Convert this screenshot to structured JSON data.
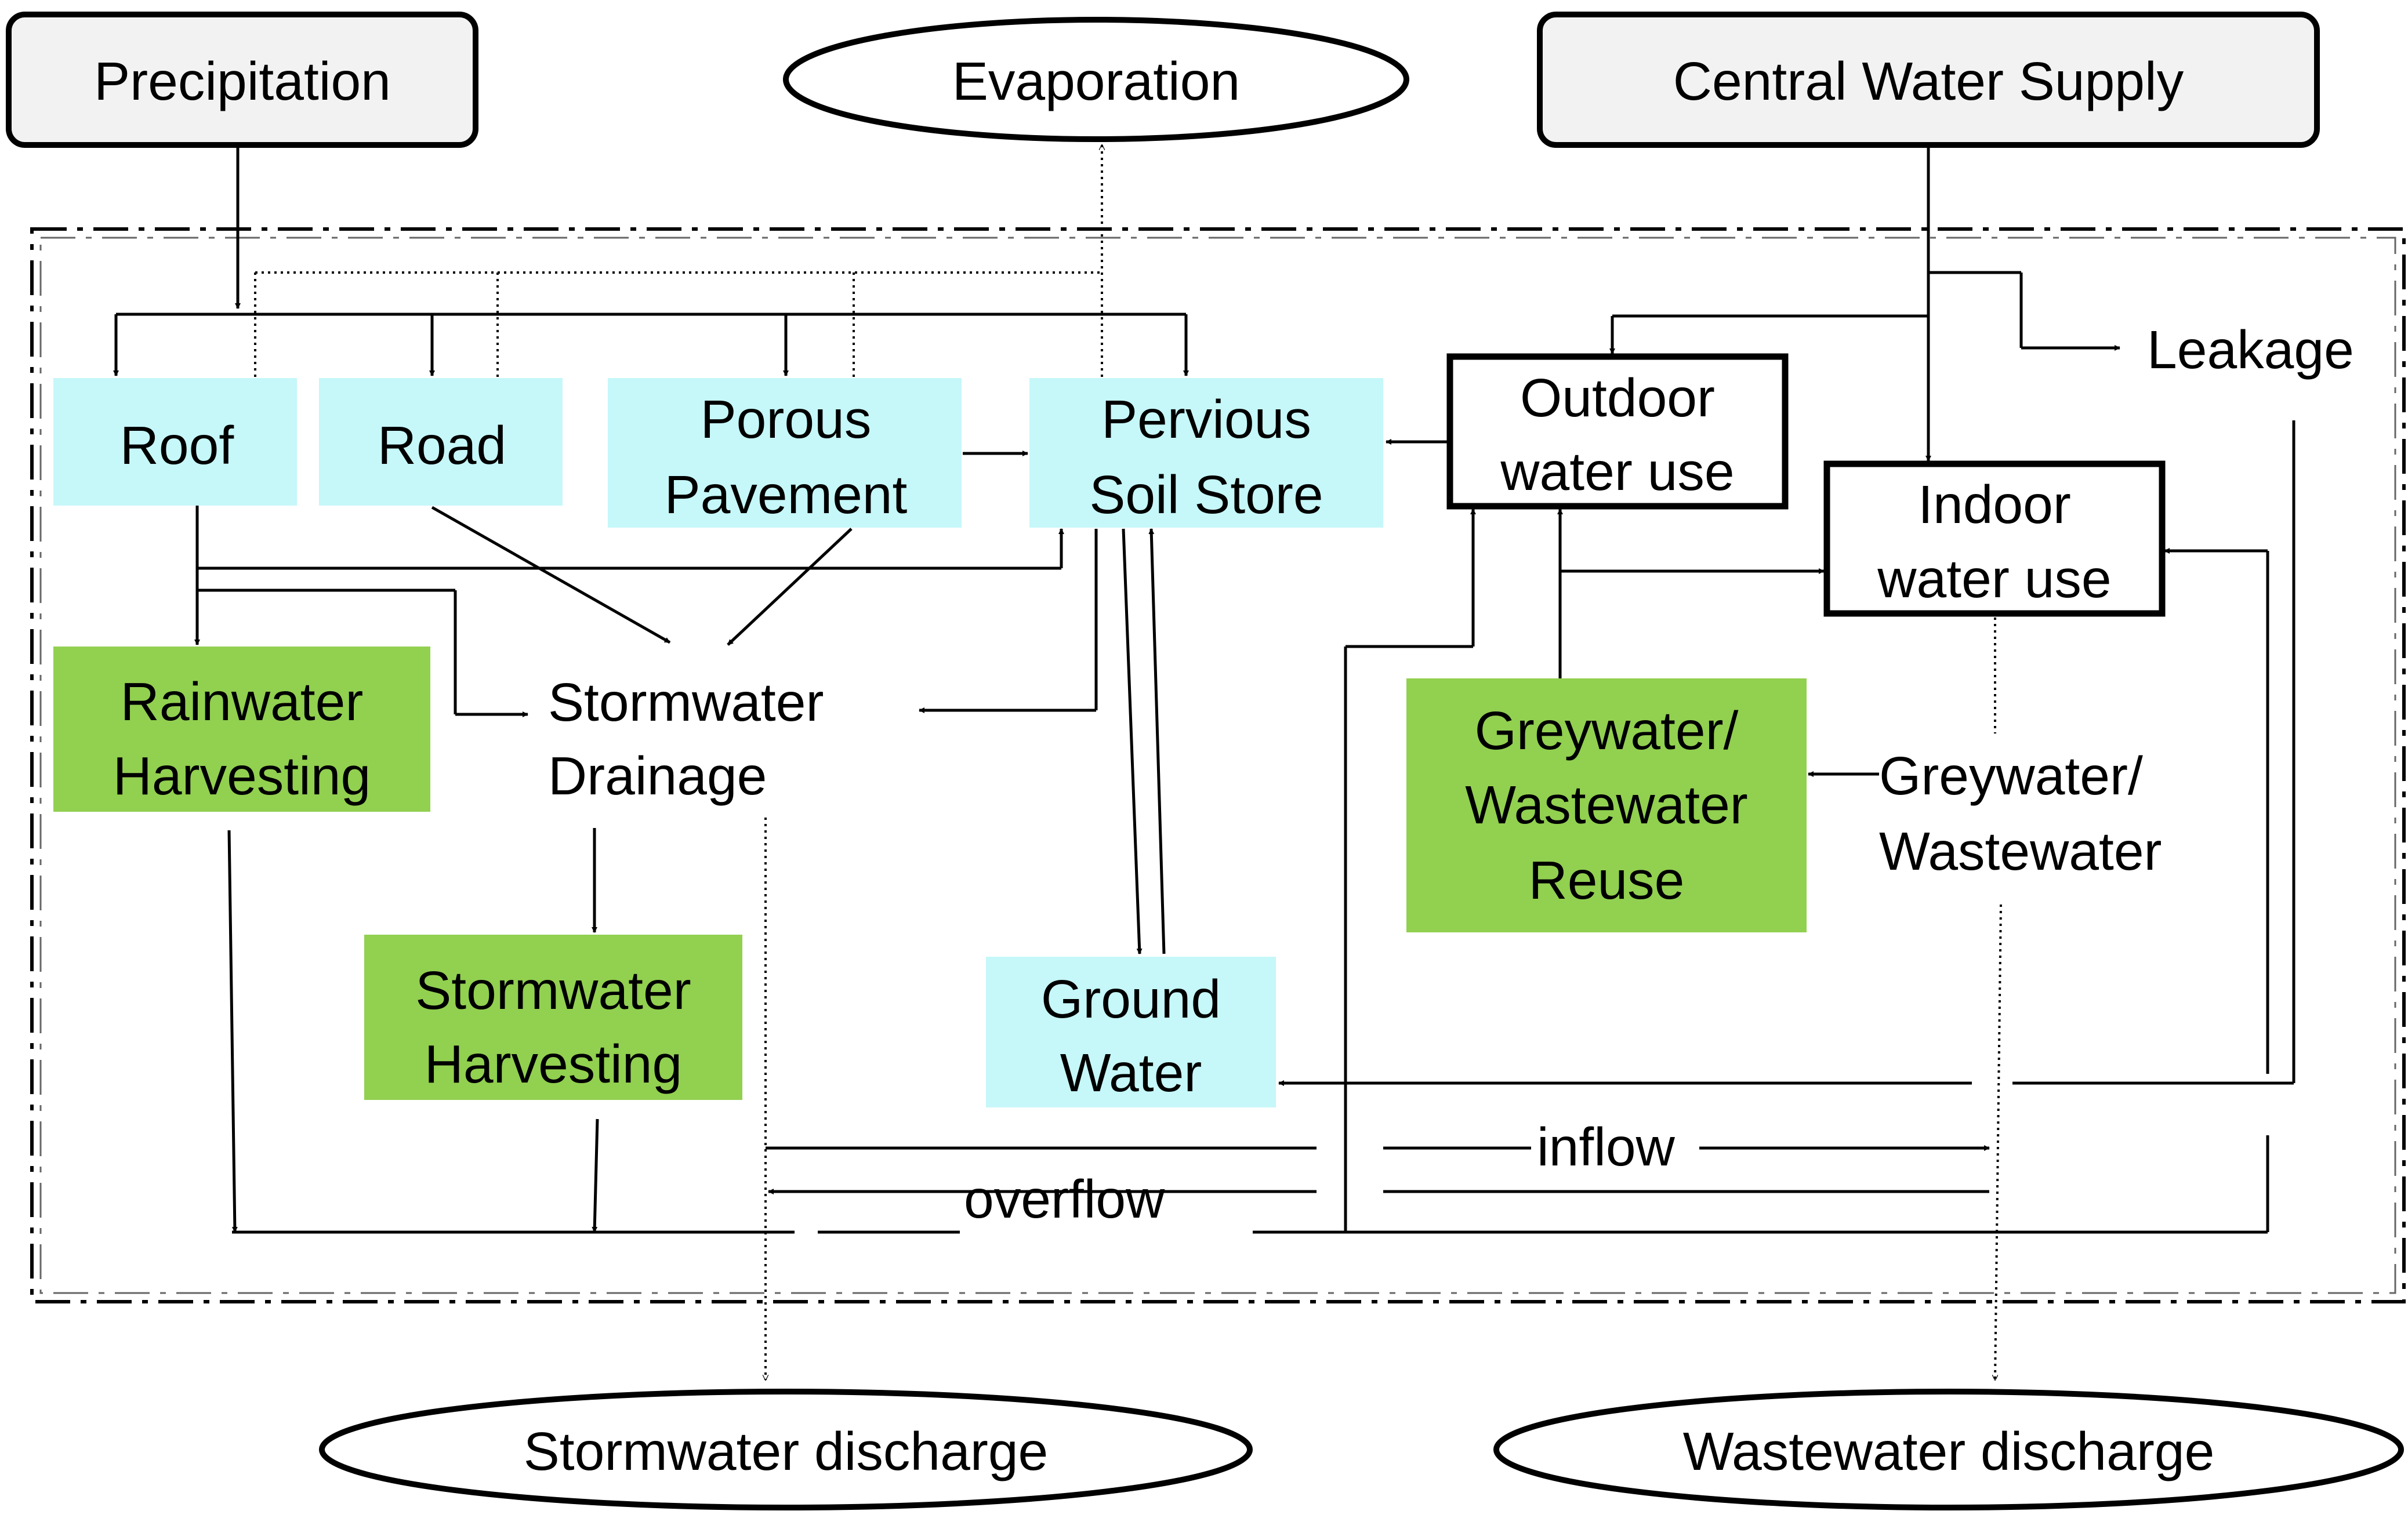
{
  "sources": {
    "precipitation": "Precipitation",
    "evaporation": "Evaporation",
    "central_water_supply": "Central Water Supply"
  },
  "surfaces": {
    "roof": "Roof",
    "road": "Road",
    "porous_pavement": [
      "Porous",
      "Pavement"
    ],
    "pervious_soil_store": [
      "Pervious",
      "Soil Store"
    ]
  },
  "uses": {
    "outdoor_water_use": [
      "Outdoor",
      "water use"
    ],
    "indoor_water_use": [
      "Indoor",
      "water use"
    ],
    "leakage": "Leakage"
  },
  "harvesting": {
    "rainwater_harvesting": [
      "Rainwater",
      "Harvesting"
    ],
    "stormwater_harvesting": [
      "Stormwater",
      "Harvesting"
    ],
    "greywater_wastewater_reuse": [
      "Greywater/",
      "Wastewater",
      "Reuse"
    ]
  },
  "drainage": {
    "stormwater_drainage": [
      "Stormwater",
      "Drainage"
    ],
    "greywater_wastewater": [
      "Greywater/",
      "Wastewater"
    ],
    "ground_water": [
      "Ground",
      "Water"
    ]
  },
  "flow_labels": {
    "inflow": "inflow",
    "overflow": "overflow"
  },
  "outputs": {
    "stormwater_discharge": "Stormwater discharge",
    "wastewater_discharge": "Wastewater discharge"
  },
  "colors": {
    "surface_fill": "#C6F7F9",
    "harvest_fill": "#92D050",
    "source_fill": "#F2F2F2",
    "line": "#000000"
  }
}
